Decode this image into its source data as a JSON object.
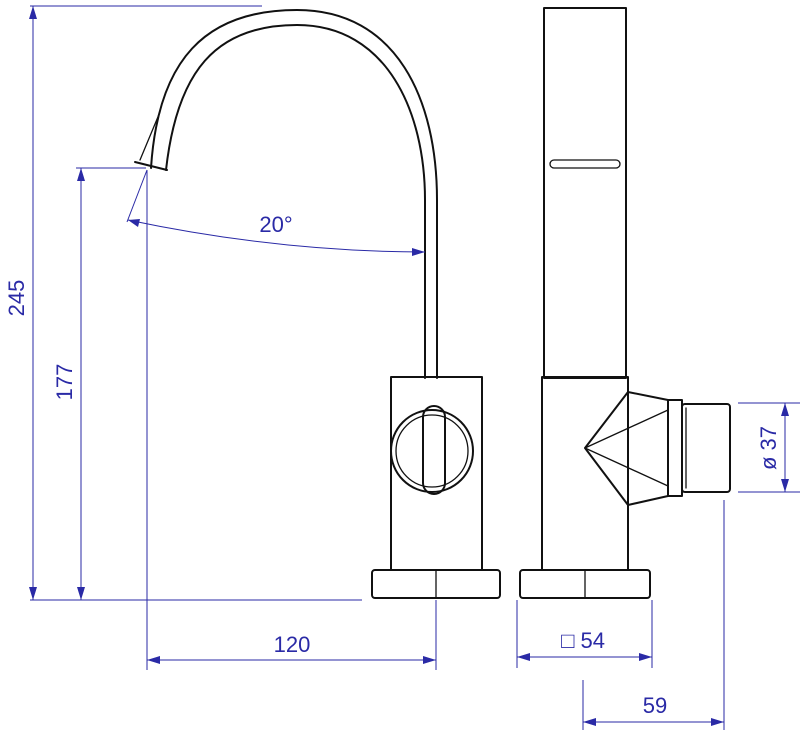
{
  "colors": {
    "outline": "#111111",
    "dimension": "#2a2aa6",
    "background": "#ffffff"
  },
  "dimensions": {
    "total_height": "245",
    "spout_height": "177",
    "spout_angle": "20°",
    "spout_reach": "120",
    "base_square": "□ 54",
    "handle_diameter": "ø 37",
    "side_depth": "59"
  }
}
